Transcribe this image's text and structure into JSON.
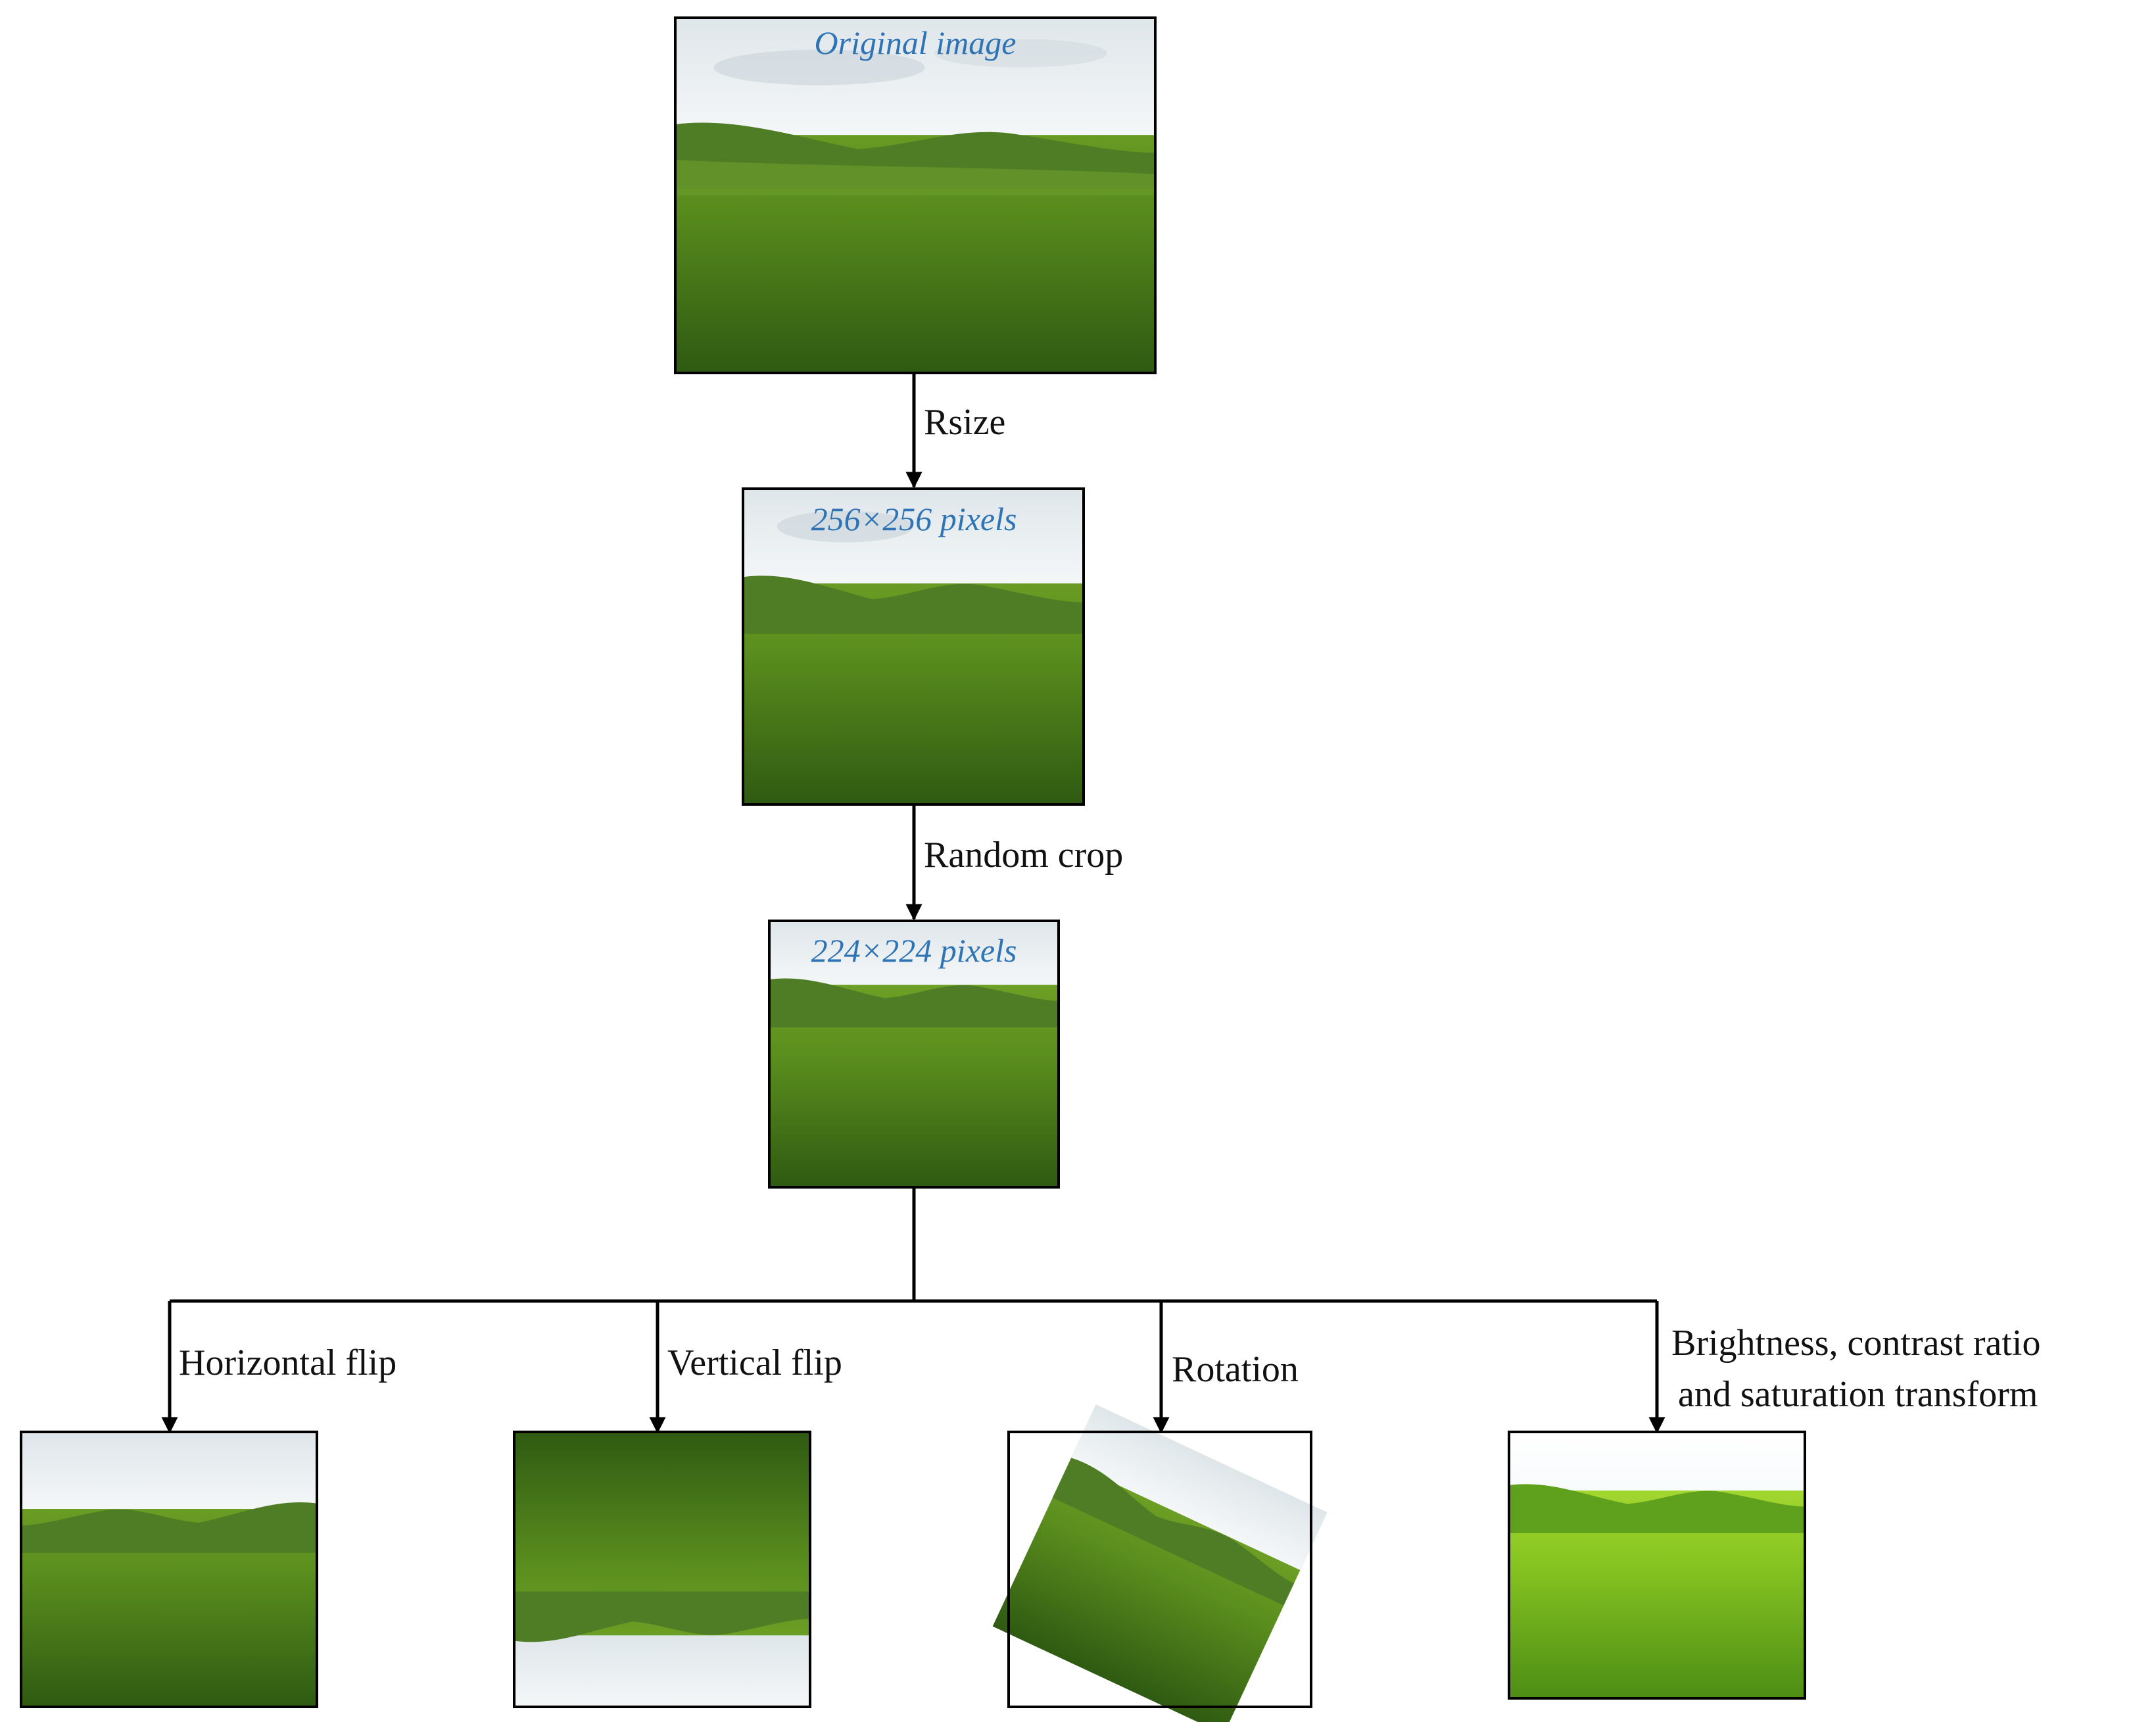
{
  "colors": {
    "caption": "#2E74B5",
    "text": "#111111",
    "line": "#000000",
    "sky_top": "#dfe6ea",
    "sky_bottom": "#f4f7f8",
    "hill": "#4f7d25",
    "grass_top": "#7fae2c",
    "grass_bottom": "#2f5a12",
    "bright_grass_top": "#b8e63a",
    "bright_grass_bottom": "#4d8d15"
  },
  "images": {
    "original": {
      "caption": "Original image"
    },
    "resized": {
      "caption": "256×256 pixels"
    },
    "cropped": {
      "caption": "224×224 pixels"
    },
    "horizontal_flip": {
      "caption": ""
    },
    "vertical_flip": {
      "caption": ""
    },
    "rotation": {
      "caption": ""
    },
    "color_jitter": {
      "caption": ""
    }
  },
  "steps": {
    "resize": "Rsize",
    "random_crop": "Random crop",
    "horizontal_flip": "Horizontal flip",
    "vertical_flip": "Vertical flip",
    "rotation": "Rotation",
    "color_line1": "Brightness, contrast ratio",
    "color_line2": "and saturation transform"
  }
}
